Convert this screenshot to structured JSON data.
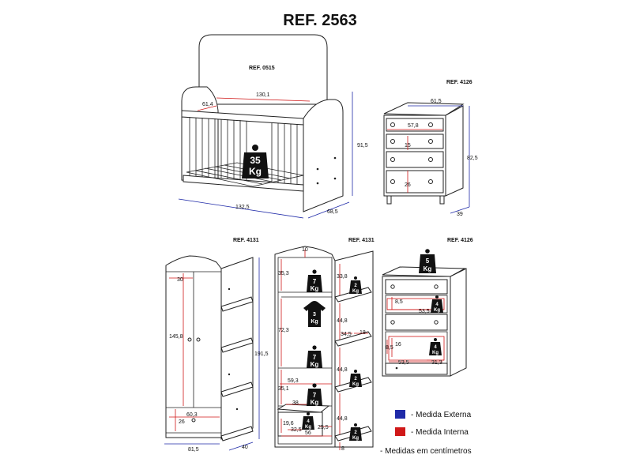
{
  "title": "REF. 2563",
  "refs": {
    "crib": "REF. 0515",
    "dresser_top": "REF. 4126",
    "wardrobe_closed": "REF. 4131",
    "wardrobe_open": "REF. 4131",
    "dresser_open": "REF. 4126"
  },
  "dims": {
    "crib": {
      "inner_length": "130,1",
      "inner_width": "61,4",
      "height": "91,5",
      "length": "132,5",
      "depth": "68,5"
    },
    "dresser": {
      "width": "61,5",
      "inner_width": "57,8",
      "drawer_small": "15",
      "drawer_large": "26",
      "height": "82,5",
      "depth": "39"
    },
    "wardrobe_closed": {
      "door_width": "30",
      "door_height": "145,8",
      "height": "191,5",
      "drawer_width": "60,3",
      "drawer_height": "26",
      "width": "81,5",
      "depth": "40"
    },
    "wardrobe_open": {
      "top": "10",
      "shelf1": "35,3",
      "side1": "33,8",
      "hang": "72,3",
      "side2": "44,8",
      "side_depth": "34,5",
      "side_width": "18",
      "side3": "44,8",
      "inner_width": "59,3",
      "shelf2": "35,1",
      "drawer_depth": "38",
      "side4": "44,8",
      "d1": "19,6",
      "d2": "25,5",
      "d3": "32,5",
      "d4": "56",
      "foot": "8"
    },
    "dresser_open": {
      "drawer_h": "8,5",
      "drawer_w": "53,5",
      "d_a": "16",
      "d_b": "8,5",
      "d_c": "53,5",
      "d_d": "31,3"
    }
  },
  "weights": {
    "crib": {
      "num": "35",
      "unit": "Kg"
    },
    "w_top": {
      "num": "7",
      "unit": "Kg"
    },
    "w_side1": {
      "num": "2",
      "unit": "Kg"
    },
    "w_hanger": {
      "num": "3",
      "unit": "Kg"
    },
    "w_mid": {
      "num": "7",
      "unit": "Kg"
    },
    "w_side2": {
      "num": "2",
      "unit": "Kg"
    },
    "w_low": {
      "num": "7",
      "unit": "Kg"
    },
    "w_drawer": {
      "num": "4",
      "unit": "Kg"
    },
    "w_side3": {
      "num": "2",
      "unit": "Kg"
    },
    "dresser_top": {
      "num": "5",
      "unit": "Kg"
    },
    "dresser_d1": {
      "num": "4",
      "unit": "Kg"
    },
    "dresser_d2": {
      "num": "4",
      "unit": "Kg"
    }
  },
  "legend": {
    "external": "- Medida Externa",
    "internal": "- Medida Interna",
    "note": "- Medidas em centímetros",
    "external_color": "#1f2aa8",
    "internal_color": "#d01818"
  }
}
